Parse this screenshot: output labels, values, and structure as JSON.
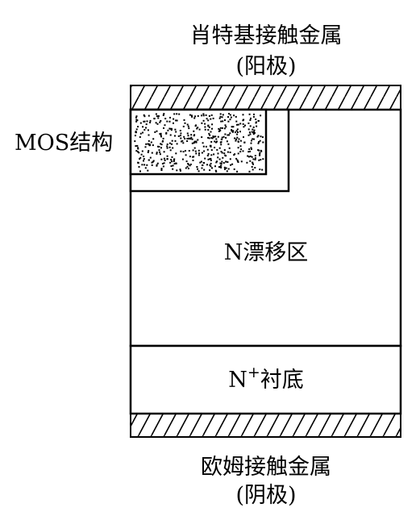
{
  "labels": {
    "top_contact": "肖特基接触金属",
    "anode": "(阳极)",
    "mos_structure": "MOS结构",
    "drift_region": "N漂移区",
    "substrate_prefix": "N",
    "substrate_sup": "+",
    "substrate_suffix": "衬底",
    "bottom_contact": "欧姆接触金属",
    "cathode": "(阴极)"
  },
  "colors": {
    "stroke": "#000000",
    "background": "#ffffff"
  }
}
